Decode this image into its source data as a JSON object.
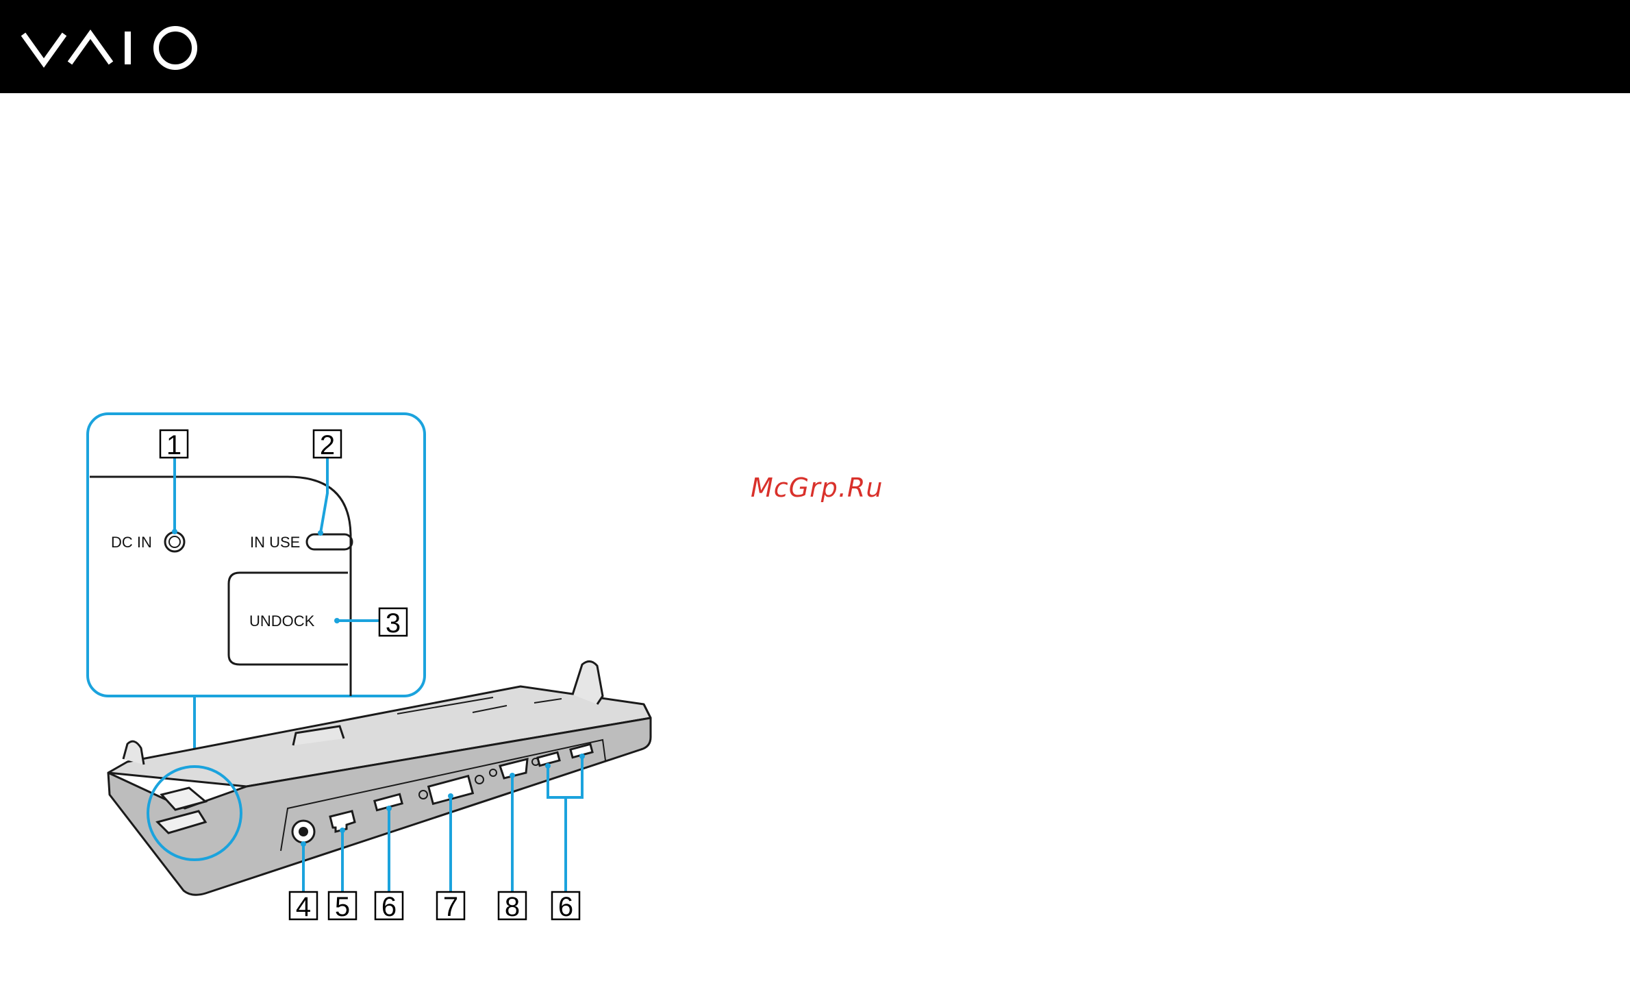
{
  "header": {
    "brand": "VAIO",
    "background_color": "#000000",
    "logo_color": "#ffffff"
  },
  "watermark": {
    "text": "McGrp.Ru",
    "color": "#d9312b"
  },
  "figure": {
    "leader_color": "#1ba3dd",
    "labels": {
      "dc_in": "DC IN",
      "in_use": "IN USE",
      "undock": "UNDOCK"
    },
    "callouts": [
      "1",
      "2",
      "3",
      "4",
      "5",
      "6",
      "6",
      "7",
      "8"
    ]
  }
}
